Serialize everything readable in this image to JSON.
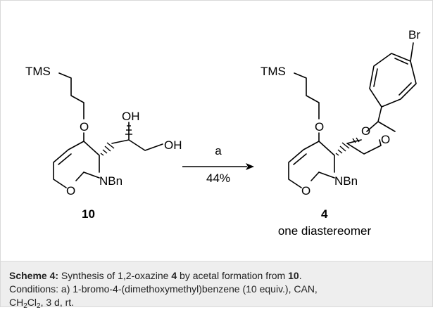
{
  "scheme": {
    "reactant": {
      "label": "10",
      "atoms": {
        "tms": "TMS",
        "o_ether": "O",
        "oh_1": "OH",
        "oh_2": "OH",
        "n_bn": "NBn",
        "o_ring": "O"
      }
    },
    "arrow": {
      "reagent": "a",
      "yield": "44%"
    },
    "product": {
      "label": "4",
      "note": "one diastereomer",
      "atoms": {
        "br": "Br",
        "tms": "TMS",
        "o_ether": "O",
        "o_dioxolane_1": "O",
        "o_dioxolane_2": "O",
        "n_bn": "NBn",
        "o_ring": "O"
      }
    }
  },
  "caption": {
    "label": "Scheme 4:",
    "text_1": " Synthesis of 1,2-oxazine ",
    "compound_a": "4",
    "text_2": " by acetal formation from ",
    "compound_b": "10",
    "text_3": ".",
    "conditions": "Conditions: a) 1-bromo-4-(dimethoxymethyl)benzene (10 equiv.), CAN,",
    "solvent_prefix": "CH",
    "sub_1": "2",
    "solvent_mid": "Cl",
    "sub_2": "2",
    "solvent_suffix": ", 3 d, rt."
  },
  "colors": {
    "caption_background": "#eeeeee",
    "border": "#d9d9d9"
  }
}
